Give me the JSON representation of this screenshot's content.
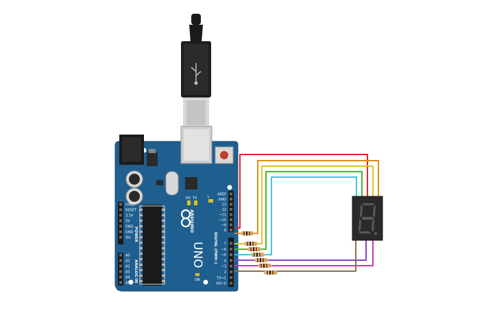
{
  "board": {
    "model": "UNO",
    "brand": "ARDUINO",
    "section_power": "POWER",
    "section_analog": "ANALOG IN",
    "section_digital": "DIGITAL (PWM~)",
    "tx": "TX",
    "rx": "RX",
    "led_l": "L",
    "on_label": "ON",
    "power_pins": [
      "IOREF",
      "RESET",
      "3.3V",
      "5V",
      "GND",
      "GND",
      "Vin"
    ],
    "analog_pins": [
      "A0",
      "A1",
      "A2",
      "A3",
      "A4",
      "A5"
    ],
    "digital_top_pins": [
      "AREF",
      "GND",
      "13",
      "12",
      "~11",
      "~10",
      "~9",
      "8"
    ],
    "digital_bottom_pins": [
      "7",
      "~6",
      "~5",
      "4",
      "~3",
      "2",
      "TX→1",
      "RX←0"
    ]
  },
  "display": {
    "type": "7-segment",
    "digit": "8."
  },
  "colors": {
    "board": "#1f5f8f",
    "wire_red": "#d42a2a",
    "wire_orange": "#e58a1a",
    "wire_yellow": "#e2c21a",
    "wire_green": "#48b52b",
    "wire_cyan": "#3cc6e4",
    "wire_purple": "#8a3fc4",
    "wire_magenta": "#c23ab0",
    "wire_brown": "#9a6a3c",
    "display_body": "#2a2a2a",
    "segment_off": "#5a5a5a"
  }
}
